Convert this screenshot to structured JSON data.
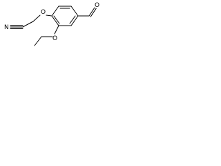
{
  "atoms": {
    "nitrogen": "N",
    "ether_oxygen_top": "O",
    "ether_oxygen_bottom": "O",
    "aldehyde_oxygen": "O"
  },
  "colors": {
    "bond": "#000000",
    "label": "#000000",
    "background": "#ffffff"
  }
}
